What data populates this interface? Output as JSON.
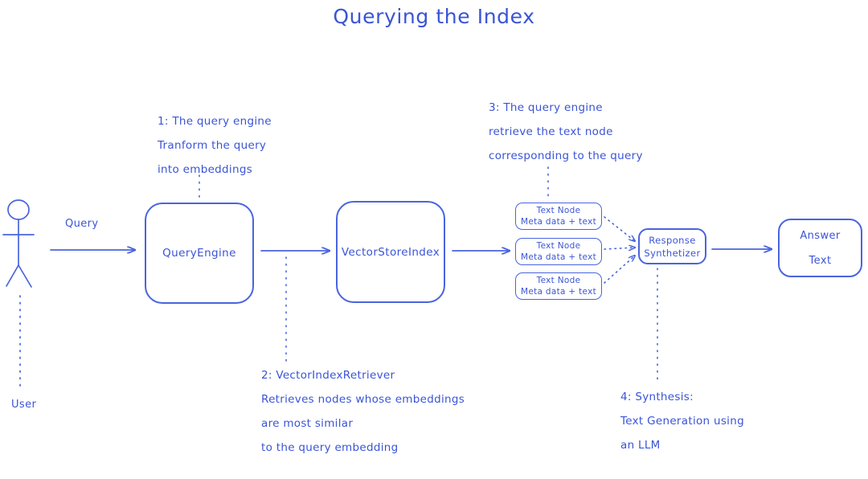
{
  "diagram": {
    "title": "Querying the Index",
    "accent_color": "#3a54d6",
    "background_color": "#ffffff",
    "actor": {
      "label": "User",
      "icon": "stick-figure-icon"
    },
    "edges": {
      "query_label": "Query"
    },
    "nodes": {
      "query_engine": "QueryEngine",
      "vector_store_index": "VectorStoreIndex",
      "response_synthesizer_line1": "Response",
      "response_synthesizer_line2": "Synthetizer",
      "answer_line1": "Answer",
      "answer_line2": "Text"
    },
    "text_nodes": [
      {
        "line1": "Text Node",
        "line2": "Meta data + text"
      },
      {
        "line1": "Text Node",
        "line2": "Meta data + text"
      },
      {
        "line1": "Text Node",
        "line2": "Meta data + text"
      }
    ],
    "annotations": {
      "step1": [
        "1: The query engine",
        "Tranform the query",
        "into embeddings"
      ],
      "step2": [
        "2: VectorIndexRetriever",
        "Retrieves nodes whose embeddings",
        "are most similar",
        "to the query embedding"
      ],
      "step3": [
        "3: The query engine",
        "retrieve the text node",
        "corresponding to the query"
      ],
      "step4": [
        "4: Synthesis:",
        "Text Generation using",
        "an LLM"
      ]
    }
  }
}
